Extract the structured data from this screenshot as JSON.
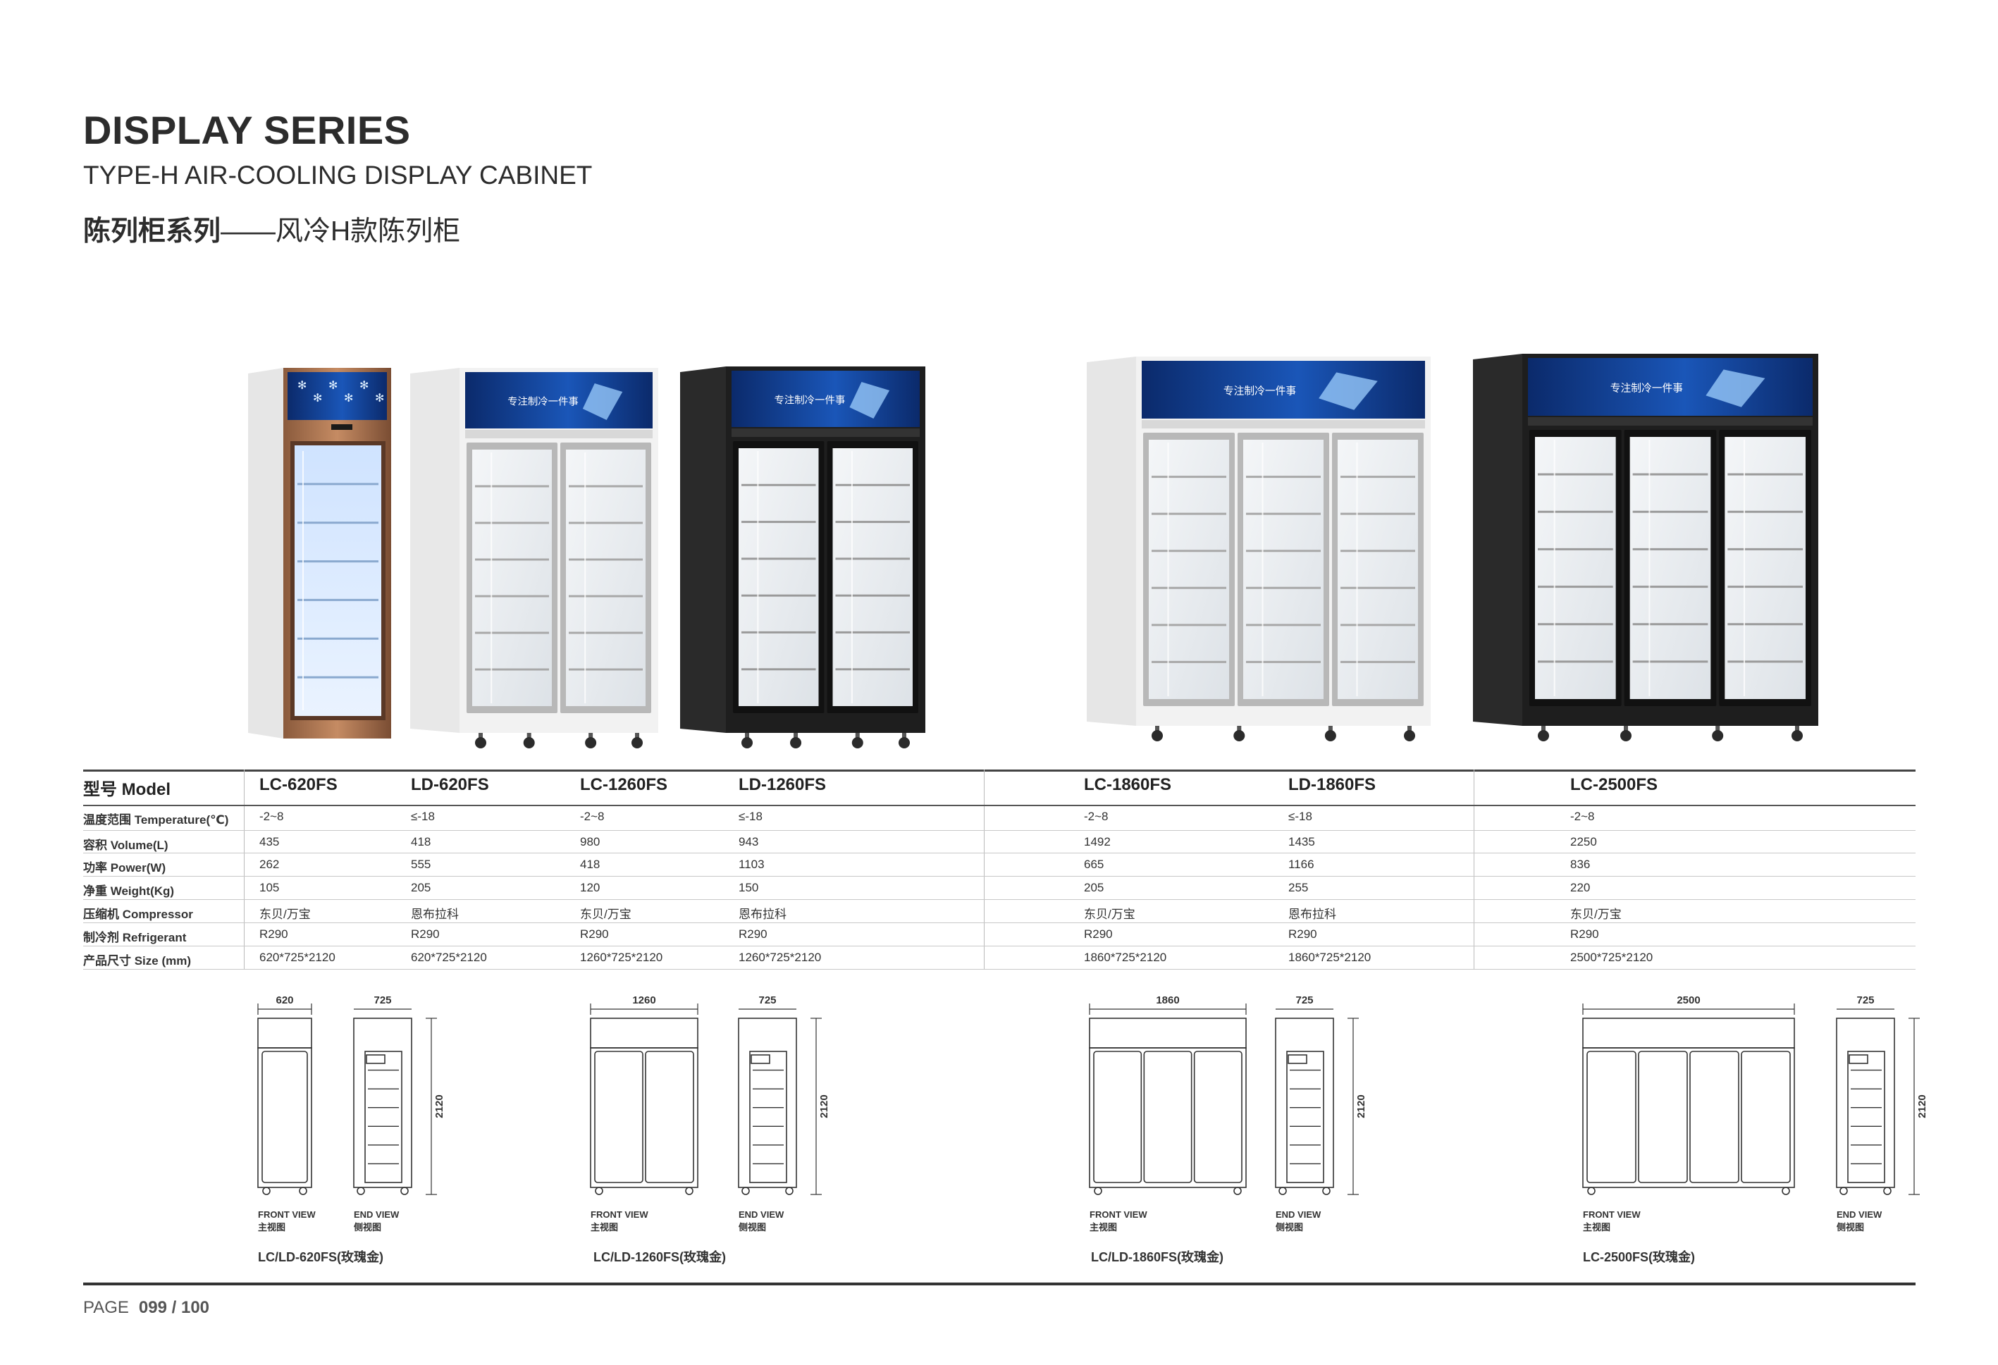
{
  "header": {
    "title": "DISPLAY SERIES",
    "subtitle": "TYPE-H AIR-COOLING DISPLAY CABINET",
    "subtitle_cn_bold": "陈列柜系列",
    "subtitle_cn_rest": "——风冷H款陈列柜"
  },
  "photos": {
    "banner_text": "专注制冷一件事"
  },
  "spec_table": {
    "header": {
      "label": "型号 Model",
      "models": [
        "LC-620FS",
        "LD-620FS",
        "LC-1260FS",
        "LD-1260FS",
        "LC-1860FS",
        "LD-1860FS",
        "LC-2500FS"
      ]
    },
    "rows": [
      {
        "label": "温度范围 Temperature(℃)",
        "values": [
          "-2~8",
          "≤-18",
          "-2~8",
          "≤-18",
          "-2~8",
          "≤-18",
          "-2~8"
        ]
      },
      {
        "label": "容积 Volume(L)",
        "values": [
          "435",
          "418",
          "980",
          "943",
          "1492",
          "1435",
          "2250"
        ]
      },
      {
        "label": "功率 Power(W)",
        "values": [
          "262",
          "555",
          "418",
          "1103",
          "665",
          "1166",
          "836"
        ]
      },
      {
        "label": "净重 Weight(Kg)",
        "values": [
          "105",
          "205",
          "120",
          "150",
          "205",
          "255",
          "220"
        ]
      },
      {
        "label": "压缩机 Compressor",
        "values": [
          "东贝/万宝",
          "恩布拉科",
          "东贝/万宝",
          "恩布拉科",
          "东贝/万宝",
          "恩布拉科",
          "东贝/万宝"
        ]
      },
      {
        "label": "制冷剂 Refrigerant",
        "values": [
          "R290",
          "R290",
          "R290",
          "R290",
          "R290",
          "R290",
          "R290"
        ]
      },
      {
        "label": "产品尺寸 Size (mm)",
        "values": [
          "620*725*2120",
          "620*725*2120",
          "1260*725*2120",
          "1260*725*2120",
          "1860*725*2120",
          "1860*725*2120",
          "2500*725*2120"
        ]
      }
    ]
  },
  "drawings": {
    "front_view": "FRONT VIEW",
    "front_view_cn": "主视图",
    "end_view": "END VIEW",
    "end_view_cn": "侧视图",
    "height": "2120",
    "depth": "725",
    "groups": [
      {
        "width": "620",
        "caption": "LC/LD-620FS(玫瑰金)"
      },
      {
        "width": "1260",
        "caption": "LC/LD-1260FS(玫瑰金)"
      },
      {
        "width": "1860",
        "caption": "LC/LD-1860FS(玫瑰金)"
      },
      {
        "width": "2500",
        "caption": "LC-2500FS(玫瑰金)"
      }
    ]
  },
  "footer": {
    "page_label": "PAGE",
    "page_number": "099 / 100"
  }
}
